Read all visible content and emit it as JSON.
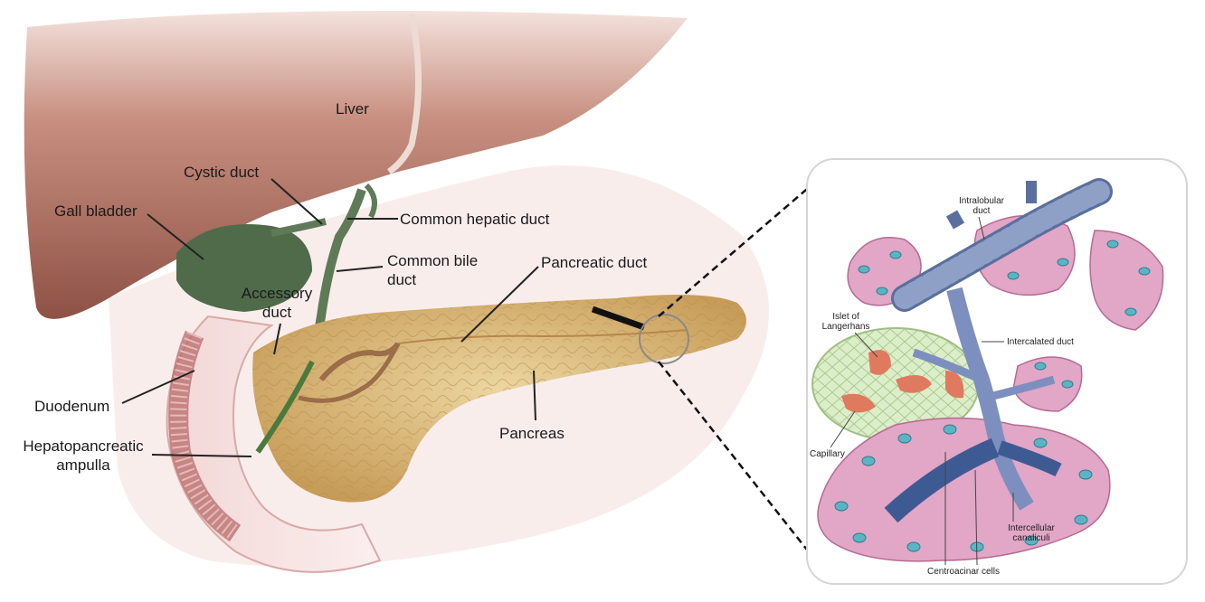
{
  "main_labels": {
    "liver": "Liver",
    "cystic_duct": "Cystic duct",
    "gall_bladder": "Gall bladder",
    "common_hepatic_duct": "Common hepatic duct",
    "common_bile_duct_l1": "Common bile",
    "common_bile_duct_l2": "duct",
    "accessory_duct_l1": "Accessory",
    "accessory_duct_l2": "duct",
    "pancreatic_duct": "Pancreatic duct",
    "duodenum": "Duodenum",
    "hepatopancreatic_l1": "Hepatopancreatic",
    "hepatopancreatic_l2": "ampulla",
    "pancreas": "Pancreas"
  },
  "inset_labels": {
    "intralobular_l1": "Intralobular",
    "intralobular_l2": "duct",
    "islet_l1": "Islet of",
    "islet_l2": "Langerhans",
    "intercalated_duct": "Intercalated duct",
    "capillary": "Capillary",
    "intercellular_l1": "Intercellular",
    "intercellular_l2": "canaliculi",
    "centroacinar_cells": "Centroacinar cells"
  },
  "colors": {
    "liver": "#9b5a4c",
    "gallbladder": "#4f6b4a",
    "pancreas": "#d8b574",
    "duodenum": "#c98a88",
    "acinar": "#e2a6c6",
    "nucleus": "#5bb4c4",
    "duct": "#5b6f9e",
    "islet": "#d7eac3"
  }
}
